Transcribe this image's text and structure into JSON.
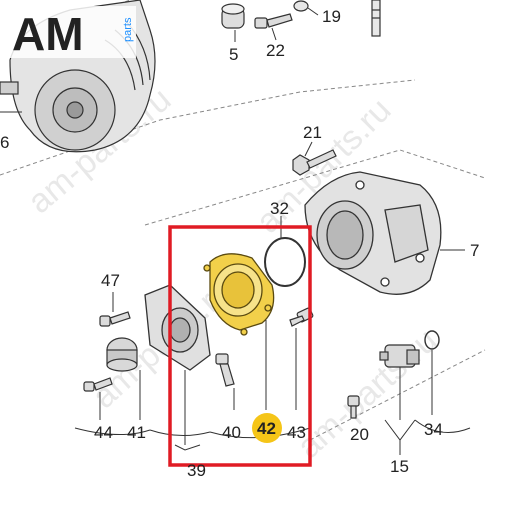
{
  "logo": {
    "text": "AM",
    "sub": "parts"
  },
  "watermarks": [
    "am-parts.ru",
    "am-parts.ru",
    "am-parts.ru",
    "am-parts.ru"
  ],
  "callouts": {
    "c19": "19",
    "c5": "5",
    "c22": "22",
    "c6": "6",
    "c21": "21",
    "c32": "32",
    "c7": "7",
    "c47": "47",
    "c34": "34",
    "c44": "44",
    "c41": "41",
    "c40": "40",
    "c42": "42",
    "c43": "43",
    "c20": "20",
    "c39": "39",
    "c15": "15"
  },
  "colors": {
    "highlight_box": "#e01b24",
    "highlight_part": "#f2d04a",
    "badge": "#f5c518",
    "logo_dark": "#222222"
  }
}
